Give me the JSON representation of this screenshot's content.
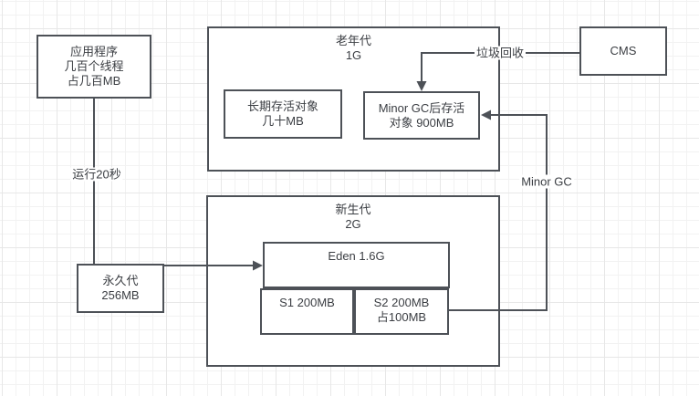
{
  "canvas": {
    "background": "#ffffff",
    "grid_minor_color": "#f2f2f2",
    "grid_major_color": "#e7e7e7",
    "stroke_color": "#4d5157",
    "text_color": "#3b3e43"
  },
  "nodes": {
    "application": {
      "lines": [
        "应用程序",
        "几百个线程",
        "占几百MB"
      ]
    },
    "perm_gen": {
      "lines": [
        "永久代",
        "256MB"
      ]
    },
    "old_gen": {
      "lines": [
        "老年代",
        "1G"
      ]
    },
    "long_lived": {
      "lines": [
        "长期存活对象",
        "几十MB"
      ]
    },
    "minor_gc_survivors": {
      "lines": [
        "Minor GC后存活",
        "对象 900MB"
      ]
    },
    "cms": {
      "lines": [
        "CMS"
      ]
    },
    "new_gen": {
      "lines": [
        "新生代",
        "2G"
      ]
    },
    "eden": {
      "lines": [
        "Eden 1.6G"
      ]
    },
    "s1": {
      "lines": [
        "S1 200MB"
      ]
    },
    "s2": {
      "lines": [
        "S2 200MB",
        "占100MB"
      ]
    }
  },
  "edge_labels": {
    "run_time": "运行20秒",
    "garbage_collect": "垃圾回收",
    "minor_gc": "Minor GC"
  }
}
